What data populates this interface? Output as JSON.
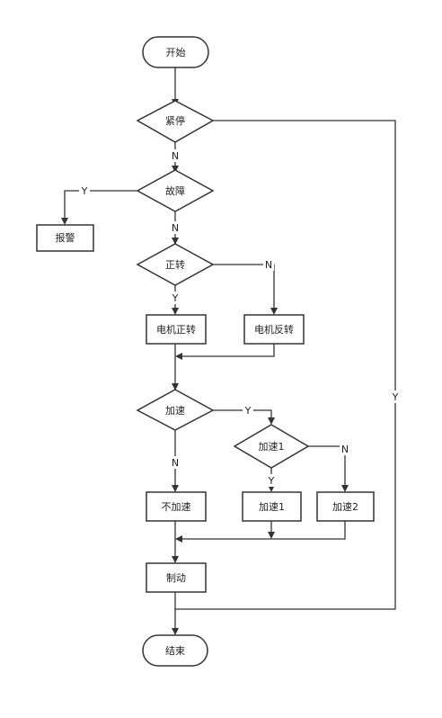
{
  "nodes": {
    "start": "开始",
    "estop": "紧停",
    "fault": "故障",
    "alarm": "报警",
    "forward": "正转",
    "motor_forward": "电机正转",
    "motor_reverse": "电机反转",
    "accelerate": "加速",
    "accelerate1_decision": "加速1",
    "no_accelerate": "不加速",
    "accelerate1": "加速1",
    "accelerate2": "加速2",
    "brake": "制动",
    "end": "结束"
  },
  "edge_labels": {
    "estop_no": "N",
    "estop_yes": "Y",
    "fault_yes": "Y",
    "fault_no": "N",
    "forward_yes": "Y",
    "forward_no": "N",
    "accelerate_yes": "Y",
    "accelerate_no": "N",
    "accelerate1_yes": "Y",
    "accelerate1_no": "N"
  }
}
